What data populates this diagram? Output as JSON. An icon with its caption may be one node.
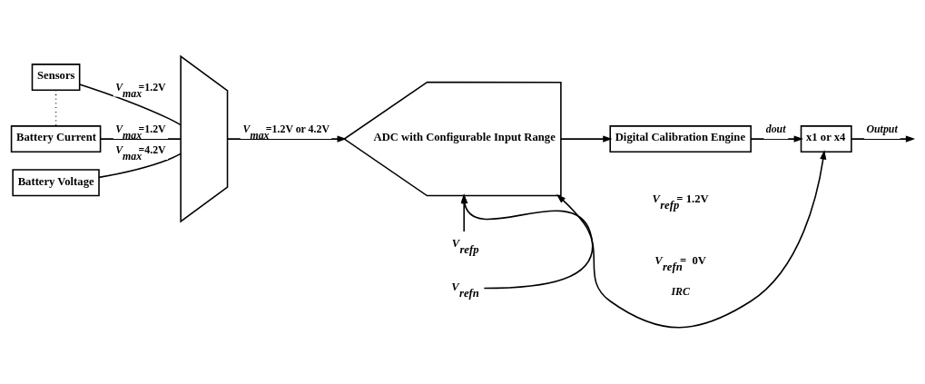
{
  "diagram": {
    "nodes": [
      {
        "text": [
          "Sensors"
        ]
      },
      {
        "text": [
          "Battery Current"
        ]
      },
      {
        "text": [
          "Battery Voltage"
        ]
      },
      {
        "text": [],
        "shape": "trapezium"
      },
      {
        "text": [
          "ADC with Configurable Input Range"
        ]
      },
      {
        "text": [
          "Digital Calibration Engine"
        ]
      },
      {
        "text": [
          "x1 or x4"
        ]
      },
      {
        "text": [
          "*V*$_{refp}$"
        ]
      },
      {
        "text": [
          "*V*$_{refn}$"
        ]
      }
    ],
    "edges": [
      {
        "from": 0,
        "to": 1,
        "arrow": "none",
        "style": "dashed"
      },
      {
        "from": 0,
        "to": 3,
        "arrow": "none",
        "label": "*V*$_{max}$=1.2V"
      },
      {
        "from": 1,
        "to": 3,
        "arrow": "none",
        "label": "*V*$_{max}$=1.2V"
      },
      {
        "from": 2,
        "to": 3,
        "arrow": "none",
        "label": "*V*$_{max}$=4.2V"
      },
      {
        "from": 3,
        "to": 4,
        "arrow": "to",
        "label": "*V*$_{max}$=1.2V or 4.2V"
      },
      {
        "from": 4,
        "to": 5,
        "arrow": "to"
      },
      {
        "from": 5,
        "to": 6,
        "arrow": "to",
        "label": "*dout*"
      },
      {
        "from": 6,
        "to": null,
        "arrow": "to",
        "label": "*Output*"
      },
      {
        "from": 6,
        "to": 4,
        "arrow": "both",
        "label": "*IRC*"
      },
      {
        "from": 7,
        "to": 4,
        "arrow": "to"
      },
      {
        "from": 8,
        "to": 4,
        "arrow": "to"
      }
    ],
    "labels": [
      "*V*$_{refp}$= 1.2V",
      "*V*$_{refn}$=  0V"
    ]
  }
}
